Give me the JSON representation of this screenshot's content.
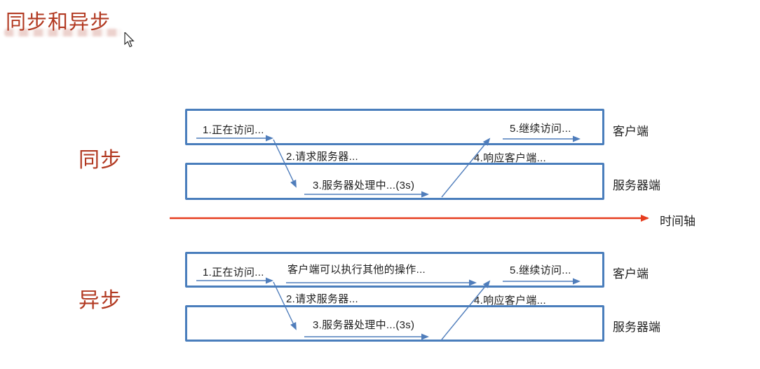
{
  "page": {
    "title": "同步和异步"
  },
  "colors": {
    "title_red": "#b23a22",
    "box_border_blue": "#4a7ebc",
    "arrow_blue": "#4f7dbb",
    "timeline_red": "#e63c1e"
  },
  "sync": {
    "section_label": "同步",
    "client_box_label": "客户端",
    "server_box_label": "服务器端",
    "steps": {
      "step1": "1.正在访问...",
      "step2": "2.请求服务器...",
      "step3": "3.服务器处理中...(3s)",
      "step4": "4.响应客户端...",
      "step5": "5.继续访问..."
    }
  },
  "timeline": {
    "label": "时间轴"
  },
  "async": {
    "section_label": "异步",
    "client_box_label": "客户端",
    "server_box_label": "服务器端",
    "steps": {
      "step1": "1.正在访问...",
      "extra": "客户端可以执行其他的操作...",
      "step2": "2.请求服务器...",
      "step3": "3.服务器处理中...(3s)",
      "step4": "4.响应客户端...",
      "step5": "5.继续访问..."
    }
  }
}
